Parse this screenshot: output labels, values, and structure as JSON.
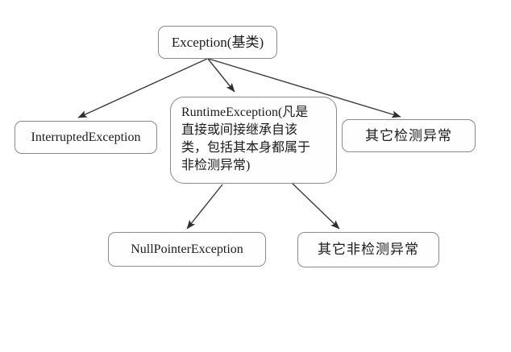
{
  "diagram": {
    "title": "Java Exception Hierarchy",
    "background_color": "#ffffff",
    "line_color": "#3a3a3a",
    "box_border_color": "#8a8a8a",
    "box_fill_color": "#fefefe",
    "nodes": {
      "root": {
        "label": "Exception(基类)"
      },
      "interrupted": {
        "label": "InterruptedException"
      },
      "runtime": {
        "label": "RuntimeException(凡是\n直接或间接继承自该\n类，包括其本身都属于\n非检测异常)"
      },
      "other_checked": {
        "label": "其它检测异常"
      },
      "null_pointer": {
        "label": "NullPointerException"
      },
      "other_unchecked": {
        "label": "其它非检测异常"
      }
    },
    "edges": [
      {
        "from": "root",
        "to": "interrupted"
      },
      {
        "from": "root",
        "to": "runtime"
      },
      {
        "from": "root",
        "to": "other_checked"
      },
      {
        "from": "runtime",
        "to": "null_pointer"
      },
      {
        "from": "runtime",
        "to": "other_unchecked"
      }
    ]
  }
}
